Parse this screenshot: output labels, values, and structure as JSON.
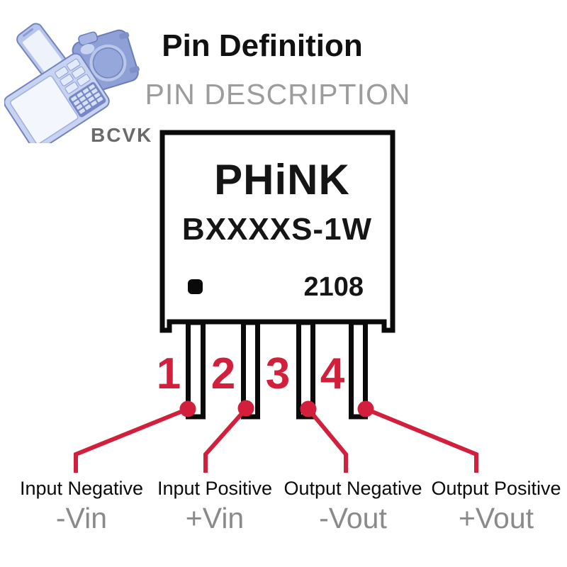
{
  "header": {
    "title": "Pin Definition",
    "subtitle": "PIN DESCRIPTION",
    "brand": "BCVK"
  },
  "module": {
    "logo": "PHiNK",
    "model": "BXXXXS-1W",
    "date_code": "2108"
  },
  "pins": [
    {
      "number": "1",
      "name": "Input Negative",
      "symbol": "-Vin"
    },
    {
      "number": "2",
      "name": "Input Positive",
      "symbol": "+Vin"
    },
    {
      "number": "3",
      "name": "Output Negative",
      "symbol": "-Vout"
    },
    {
      "number": "4",
      "name": "Output Positive",
      "symbol": "+Vout"
    }
  ],
  "icons": {
    "brand_logo": "devices-clipart (phone, camera, calculator)",
    "polarity_dot": "pin-1 polarity square dot"
  },
  "colors": {
    "accent_red": "#d2203c",
    "case_outline": "#0a0a0a",
    "symbol_gray": "#8a8a8a",
    "subtitle_gray": "#9c9c9c",
    "brand_gray": "#6a6a6a",
    "logo_blue_light": "#c3d0ee",
    "logo_blue_mid": "#8fa0d6",
    "logo_blue_dark": "#6f80c0"
  }
}
